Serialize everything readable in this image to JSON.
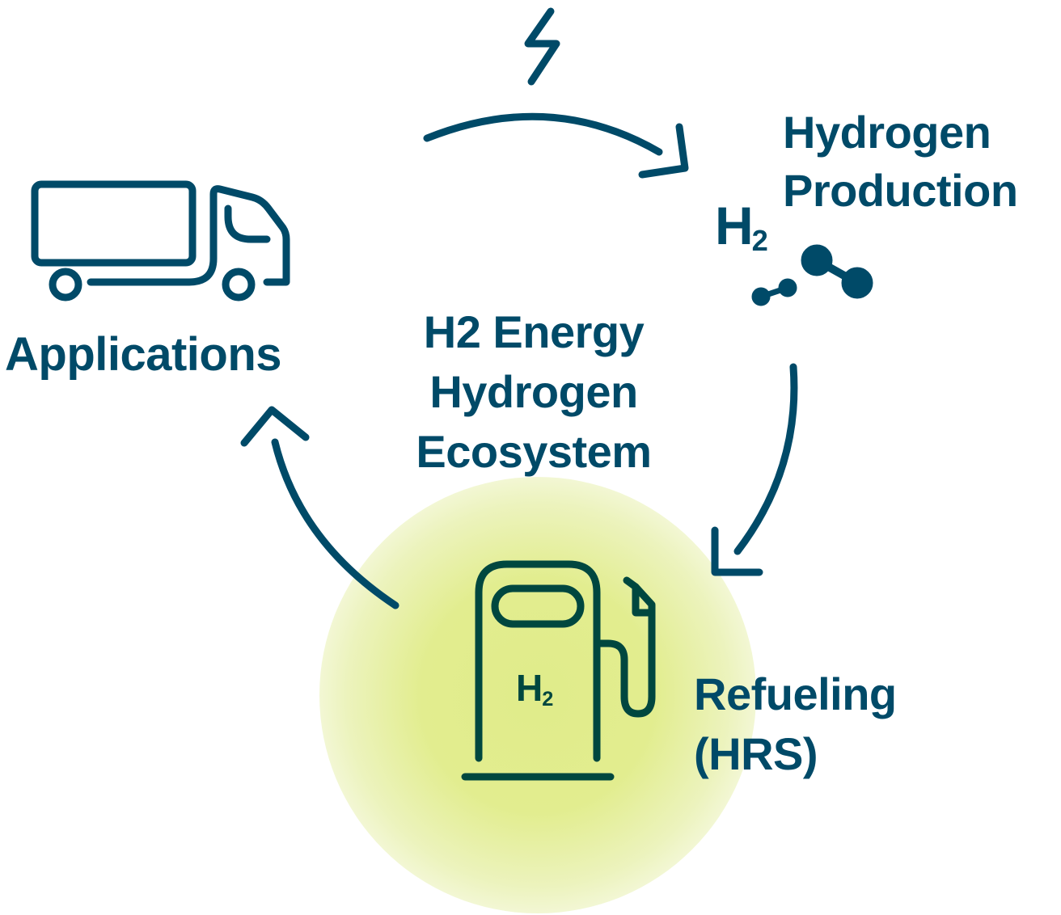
{
  "diagram": {
    "title_lines": [
      "H2 Energy",
      "Hydrogen",
      "Ecosystem"
    ],
    "nodes": [
      {
        "id": "production",
        "label_lines": [
          "Hydrogen",
          "Production"
        ],
        "icon": "h2-molecule-icon",
        "icon_text": {
          "main": "H",
          "sub": "2"
        }
      },
      {
        "id": "refueling",
        "label_lines": [
          "Refueling",
          "(HRS)"
        ],
        "icon": "fuel-pump-icon",
        "icon_text": {
          "main": "H",
          "sub": "2"
        },
        "highlighted": true
      },
      {
        "id": "applications",
        "label_lines": [
          "Applications"
        ],
        "icon": "truck-icon"
      }
    ],
    "input": {
      "icon": "lightning-bolt-icon",
      "meaning": "electricity"
    },
    "flow": [
      "electricity",
      "production",
      "refueling",
      "applications"
    ],
    "colors": {
      "primary": "#004a68",
      "pump_icon": "#00473f",
      "highlight_glow": "#e0ec8a",
      "background": "#ffffff"
    }
  }
}
